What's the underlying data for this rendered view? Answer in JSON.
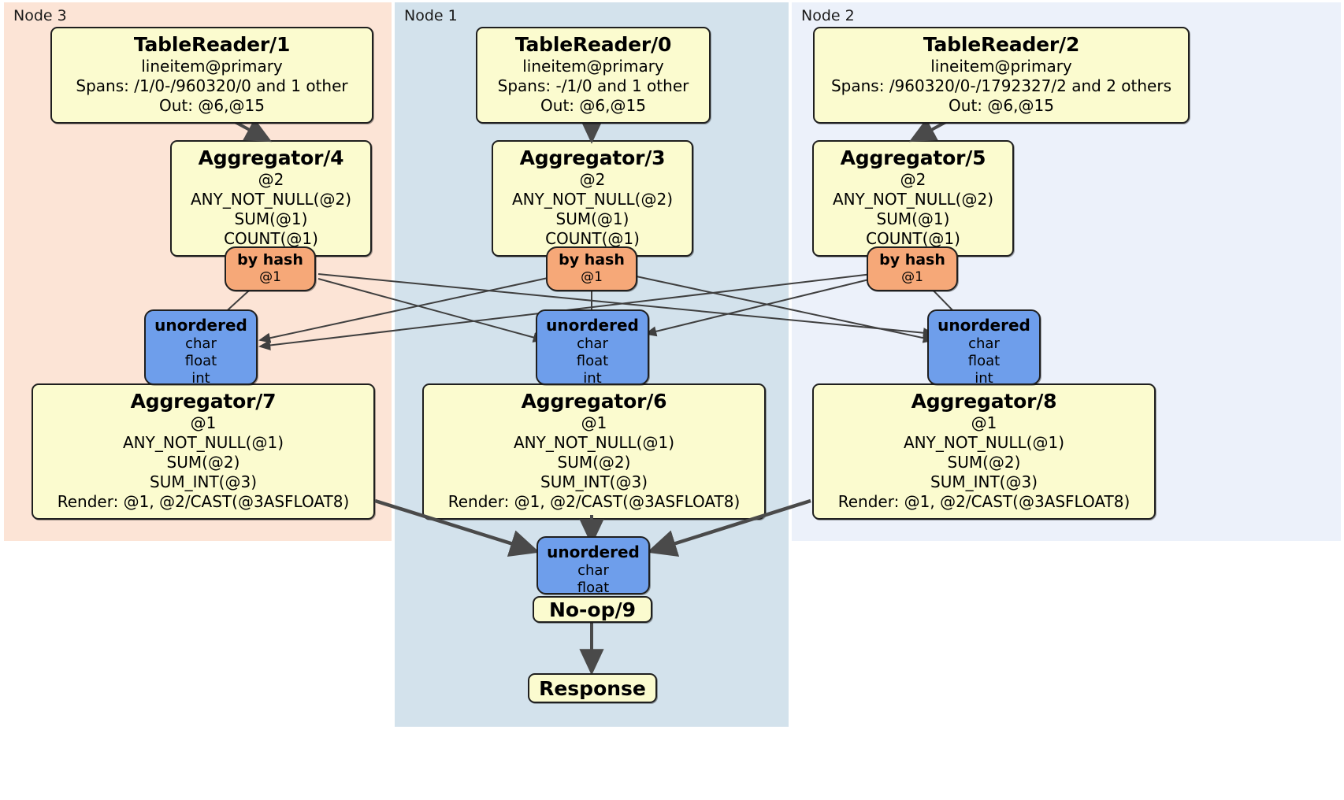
{
  "diagram": {
    "title": "Distributed SQL physical plan",
    "colors": {
      "node3_panel": "#fce4d6",
      "node1_panel": "#d3e2ec",
      "node2_panel": "#ecf1fa",
      "processor_box": "#fbfbcf",
      "router_box": "#f6a878",
      "sync_box": "#6e9eeb",
      "stroke": "#1f1f1f",
      "edge": "#4a4a4a"
    }
  },
  "panels": [
    {
      "id": "node3",
      "label": "Node 3"
    },
    {
      "id": "node1",
      "label": "Node 1"
    },
    {
      "id": "node2",
      "label": "Node 2"
    }
  ],
  "table_readers": [
    {
      "title": "TableReader/1",
      "lines": [
        "lineitem@primary",
        "Spans: /1/0-/960320/0 and 1 other",
        "Out: @6,@15"
      ]
    },
    {
      "title": "TableReader/0",
      "lines": [
        "lineitem@primary",
        "Spans: -/1/0 and 1 other",
        "Out: @6,@15"
      ]
    },
    {
      "title": "TableReader/2",
      "lines": [
        "lineitem@primary",
        "Spans: /960320/0-/1792327/2 and 2 others",
        "Out: @6,@15"
      ]
    }
  ],
  "aggregators_stage1": [
    {
      "title": "Aggregator/4",
      "lines": [
        "@2",
        "ANY_NOT_NULL(@2)",
        "SUM(@1)",
        "COUNT(@1)"
      ]
    },
    {
      "title": "Aggregator/3",
      "lines": [
        "@2",
        "ANY_NOT_NULL(@2)",
        "SUM(@1)",
        "COUNT(@1)"
      ]
    },
    {
      "title": "Aggregator/5",
      "lines": [
        "@2",
        "ANY_NOT_NULL(@2)",
        "SUM(@1)",
        "COUNT(@1)"
      ]
    }
  ],
  "routers": [
    {
      "title": "by hash",
      "lines": [
        "@1"
      ]
    },
    {
      "title": "by hash",
      "lines": [
        "@1"
      ]
    },
    {
      "title": "by hash",
      "lines": [
        "@1"
      ]
    }
  ],
  "synchronizers_stage1": [
    {
      "title": "unordered",
      "lines": [
        "char",
        "float",
        "int"
      ]
    },
    {
      "title": "unordered",
      "lines": [
        "char",
        "float",
        "int"
      ]
    },
    {
      "title": "unordered",
      "lines": [
        "char",
        "float",
        "int"
      ]
    }
  ],
  "aggregators_stage2": [
    {
      "title": "Aggregator/7",
      "lines": [
        "@1",
        "ANY_NOT_NULL(@1)",
        "SUM(@2)",
        "SUM_INT(@3)",
        "Render: @1, @2/CAST(@3ASFLOAT8)"
      ]
    },
    {
      "title": "Aggregator/6",
      "lines": [
        "@1",
        "ANY_NOT_NULL(@1)",
        "SUM(@2)",
        "SUM_INT(@3)",
        "Render: @1, @2/CAST(@3ASFLOAT8)"
      ]
    },
    {
      "title": "Aggregator/8",
      "lines": [
        "@1",
        "ANY_NOT_NULL(@1)",
        "SUM(@2)",
        "SUM_INT(@3)",
        "Render: @1, @2/CAST(@3ASFLOAT8)"
      ]
    }
  ],
  "final_sync": {
    "title": "unordered",
    "lines": [
      "char",
      "float"
    ]
  },
  "noop": {
    "title": "No-op/9"
  },
  "response": {
    "title": "Response"
  }
}
